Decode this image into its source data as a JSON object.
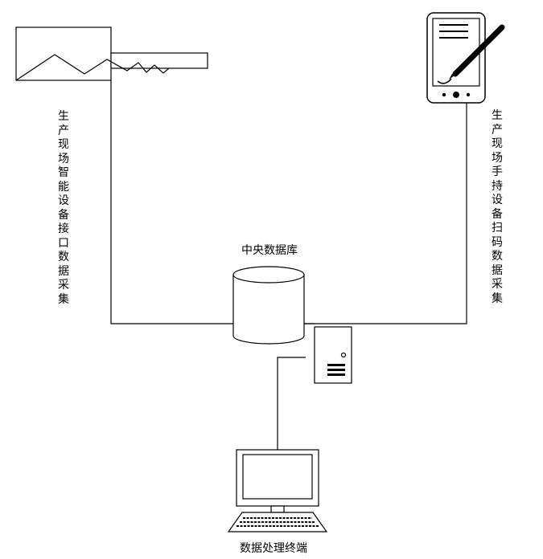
{
  "diagram": {
    "left_source_label": "生产现场智能设备接口数据采集",
    "right_source_label": "生产现场手持设备扫码数据采集",
    "database_label": "中央数据库",
    "terminal_label": "数据处理终端"
  },
  "colors": {
    "stroke": "#000000",
    "background": "#ffffff"
  }
}
